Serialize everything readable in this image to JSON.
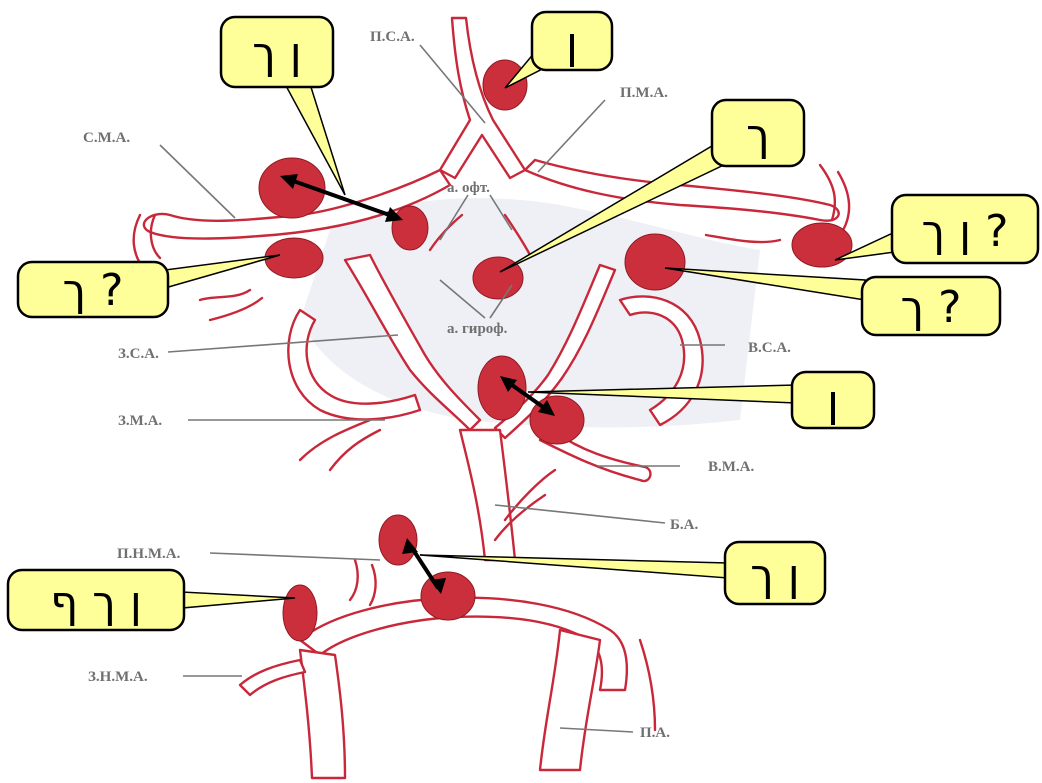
{
  "labels": {
    "psa": "П.С.А.",
    "pma": "П.М.А.",
    "sma": "С.М.А.",
    "oft": "а. офт.",
    "girof": "а. гироф.",
    "zsa": "З.С.А.",
    "vsa": "В.С.А.",
    "zma": "З.М.А.",
    "vma": "В.М.А.",
    "ba": "Б.А.",
    "pnma": "П.Н.М.А.",
    "znma": "З.Н.М.А.",
    "pa": "П.А."
  },
  "callouts": {
    "top_left": "ן ך",
    "top_center": "ן",
    "top_right": "ך",
    "right_upper": "ן ך ?",
    "left_middle": "ך ?",
    "right_middle": "ך ?",
    "right_lower": "ן",
    "bottom_center": "ן ך",
    "bottom_left": "ן ך ף"
  },
  "colors": {
    "vessel": "#c8283a",
    "aneurysm": "#cc2f3c",
    "callout_fill": "#ffff99",
    "label_text": "#707070"
  }
}
